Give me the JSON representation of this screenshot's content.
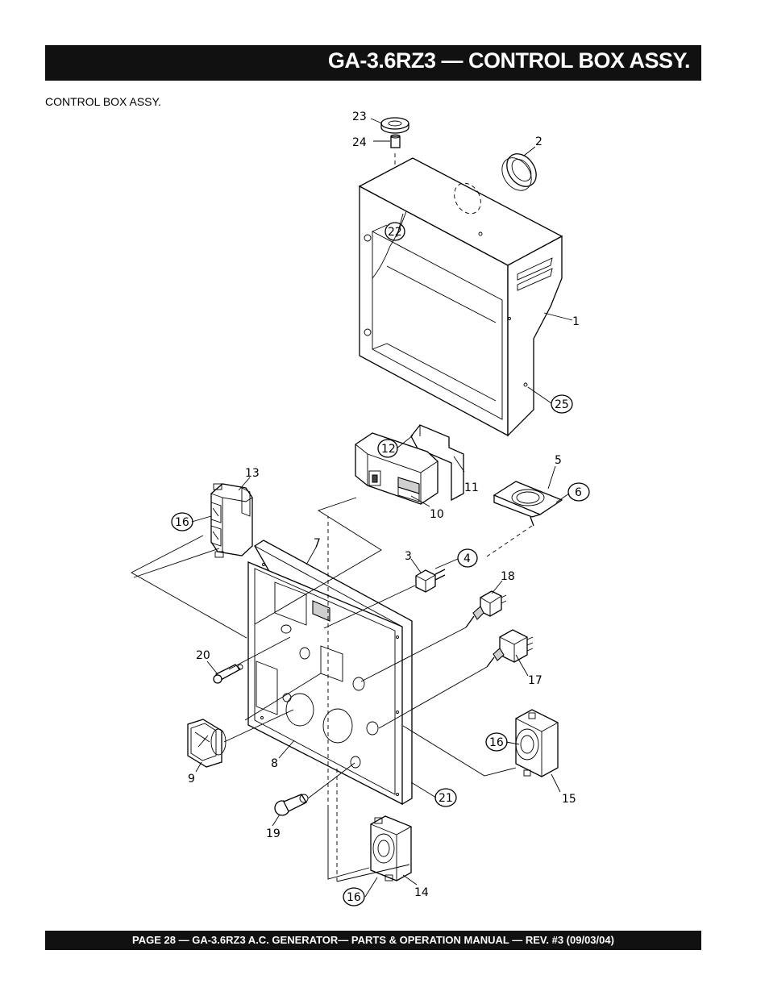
{
  "header": {
    "title": "GA-3.6RZ3 — CONTROL BOX ASSY."
  },
  "section_label": "CONTROL BOX ASSY.",
  "footer": {
    "text": "PAGE 28 — GA-3.6RZ3 A.C. GENERATOR— PARTS & OPERATION MANUAL — REV. #3 (09/03/04)"
  },
  "callouts": {
    "c1": "1",
    "c2": "2",
    "c3": "3",
    "c4": "4",
    "c5": "5",
    "c6": "6",
    "c7": "7",
    "c8": "8",
    "c9": "9",
    "c10": "10",
    "c11": "11",
    "c12": "12",
    "c13": "13",
    "c14": "14",
    "c15": "15",
    "c16a": "16",
    "c16b": "16",
    "c16c": "16",
    "c17": "17",
    "c18": "18",
    "c19": "19",
    "c20": "20",
    "c21": "21",
    "c22": "22",
    "c23": "23",
    "c24": "24",
    "c25": "25"
  }
}
